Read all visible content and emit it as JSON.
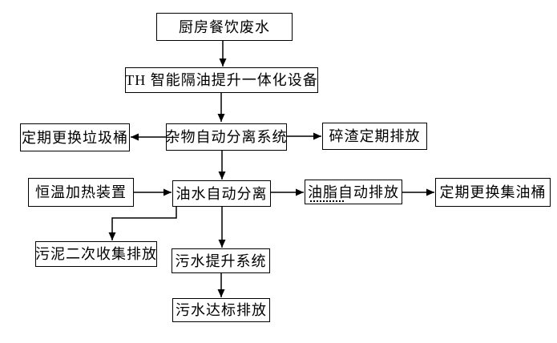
{
  "diagram": {
    "type": "flowchart",
    "background_color": "#ffffff",
    "box_fill": "#ffffff",
    "box_border_color": "#000000",
    "line_color": "#000000",
    "text_color": "#000000",
    "nodes": [
      {
        "id": "kitchen-wastewater",
        "label": "厨房餐饮废水"
      },
      {
        "id": "th-integrated-device",
        "label": "TH 智能隔油提升一体化设备"
      },
      {
        "id": "debris-auto-separation",
        "label": "杂物自动分离系统"
      },
      {
        "id": "replace-trash-bin",
        "label": "定期更换垃圾桶"
      },
      {
        "id": "residue-discharge",
        "label": "碎渣定期排放"
      },
      {
        "id": "heating-device",
        "label": "恒温加热装置"
      },
      {
        "id": "oil-water-separation",
        "label": "油水自动分离"
      },
      {
        "id": "grease-auto-discharge",
        "label": "油脂自动排放"
      },
      {
        "id": "replace-oil-barrel",
        "label": "定期更换集油桶"
      },
      {
        "id": "sludge-collection",
        "label": "污泥二次收集排放"
      },
      {
        "id": "sewage-lift-system",
        "label": "污水提升系统"
      },
      {
        "id": "sewage-standard-discharge",
        "label": "污水达标排放"
      }
    ],
    "edges": [
      {
        "from": "kitchen-wastewater",
        "to": "th-integrated-device",
        "direction": "down"
      },
      {
        "from": "th-integrated-device",
        "to": "debris-auto-separation",
        "direction": "down"
      },
      {
        "from": "debris-auto-separation",
        "to": "replace-trash-bin",
        "direction": "left"
      },
      {
        "from": "debris-auto-separation",
        "to": "residue-discharge",
        "direction": "right"
      },
      {
        "from": "debris-auto-separation",
        "to": "oil-water-separation",
        "direction": "down"
      },
      {
        "from": "heating-device",
        "to": "oil-water-separation",
        "direction": "right"
      },
      {
        "from": "oil-water-separation",
        "to": "grease-auto-discharge",
        "direction": "right"
      },
      {
        "from": "grease-auto-discharge",
        "to": "replace-oil-barrel",
        "direction": "right"
      },
      {
        "from": "oil-water-separation",
        "to": "sludge-collection",
        "direction": "elbow-down-left-down"
      },
      {
        "from": "oil-water-separation",
        "to": "sewage-lift-system",
        "direction": "down"
      },
      {
        "from": "sewage-lift-system",
        "to": "sewage-standard-discharge",
        "direction": "down"
      }
    ]
  }
}
